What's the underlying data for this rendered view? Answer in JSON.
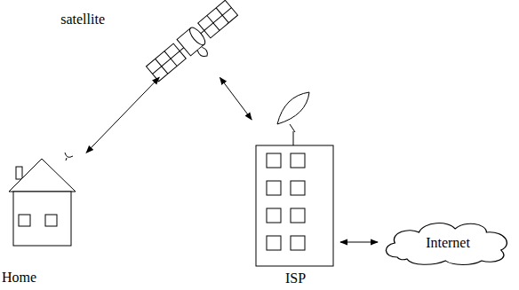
{
  "diagram": {
    "nodes": [
      {
        "text": [
          "satellite"
        ]
      },
      {
        "text": [
          "Home"
        ]
      },
      {
        "text": [
          "ISP"
        ]
      },
      {
        "text": [
          "Internet"
        ]
      }
    ],
    "edges": [
      {
        "from": 1,
        "to": 0,
        "arrow": "both"
      },
      {
        "from": 0,
        "to": 2,
        "arrow": "both"
      },
      {
        "from": 2,
        "to": 3,
        "arrow": "both"
      }
    ]
  }
}
